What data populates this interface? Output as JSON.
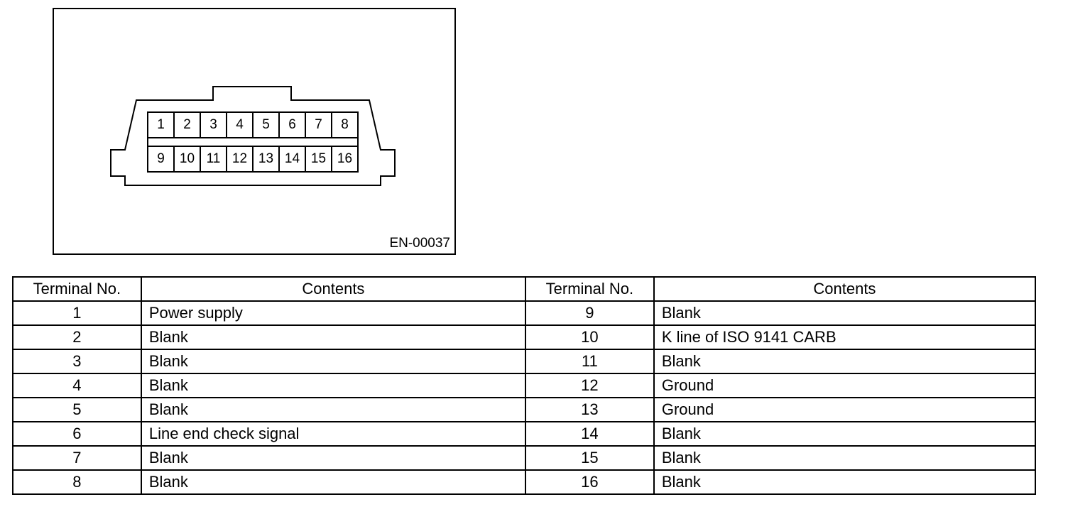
{
  "figure": {
    "code": "EN-00037",
    "pins_top": [
      "1",
      "2",
      "3",
      "4",
      "5",
      "6",
      "7",
      "8"
    ],
    "pins_bottom": [
      "9",
      "10",
      "11",
      "12",
      "13",
      "14",
      "15",
      "16"
    ]
  },
  "table": {
    "headers": [
      "Terminal No.",
      "Contents",
      "Terminal No.",
      "Contents"
    ],
    "rows": [
      {
        "t1": "1",
        "c1": "Power supply",
        "t2": "9",
        "c2": "Blank"
      },
      {
        "t1": "2",
        "c1": "Blank",
        "t2": "10",
        "c2": "K line of ISO 9141 CARB"
      },
      {
        "t1": "3",
        "c1": "Blank",
        "t2": "11",
        "c2": "Blank"
      },
      {
        "t1": "4",
        "c1": "Blank",
        "t2": "12",
        "c2": "Ground"
      },
      {
        "t1": "5",
        "c1": "Blank",
        "t2": "13",
        "c2": "Ground"
      },
      {
        "t1": "6",
        "c1": "Line end check signal",
        "t2": "14",
        "c2": "Blank"
      },
      {
        "t1": "7",
        "c1": "Blank",
        "t2": "15",
        "c2": "Blank"
      },
      {
        "t1": "8",
        "c1": "Blank",
        "t2": "16",
        "c2": "Blank"
      }
    ]
  }
}
